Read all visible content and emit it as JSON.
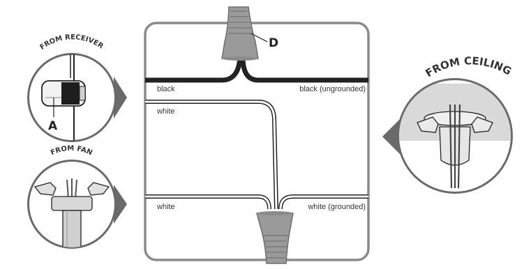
{
  "diagram": {
    "sources": {
      "receiver": "FROM RECEIVER",
      "fan": "FROM FAN",
      "ceiling": "FROM CEILING"
    },
    "callouts": {
      "wire_nut_top": "D",
      "receiver_part": "A"
    },
    "wires": {
      "black_left": "black",
      "black_right": "black (ungrounded)",
      "white_left_top": "white",
      "white_left_bottom": "white",
      "white_right": "white (grounded)"
    }
  }
}
